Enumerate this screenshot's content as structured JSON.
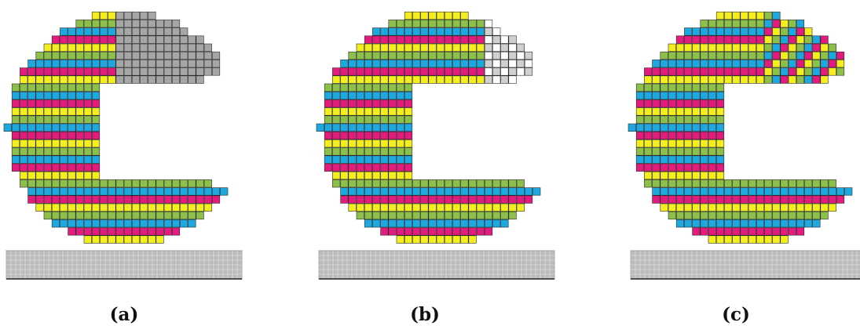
{
  "colors": {
    "magenta": "#e21b7c",
    "cyan": "#1ea8e0",
    "yellow": "#f5ee1f",
    "green": "#8dc04a",
    "support_gray": "#a6a6a6",
    "grid_line": "#2a2a2a",
    "substrate": "#bcbcbc"
  },
  "panels": [
    {
      "id": "a",
      "caption": "(a)",
      "upper_region": "solid-gray"
    },
    {
      "id": "b",
      "caption": "(b)",
      "upper_region": "checkerboard"
    },
    {
      "id": "c",
      "caption": "(c)",
      "upper_region": "diagonal-stripes"
    }
  ]
}
